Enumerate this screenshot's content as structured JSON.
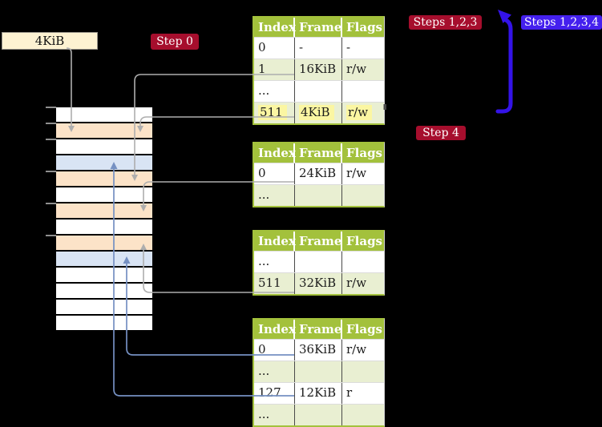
{
  "labels": {
    "page_size": "4KiB",
    "step0": "Step 0",
    "steps123": "Steps 1,2,3",
    "steps1234": "Steps 1,2,3,4",
    "step4": "Step 4"
  },
  "tables": [
    {
      "level": "level-4-table",
      "headers": [
        "Index",
        "Frame",
        "Flags"
      ],
      "rows": [
        [
          "0",
          "-",
          "-"
        ],
        [
          "1",
          "16KiB",
          "r/w"
        ],
        [
          "...",
          "",
          ""
        ],
        [
          "511",
          "4KiB",
          "r/w"
        ]
      ],
      "highlighted_row": 3
    },
    {
      "level": "level-3-table",
      "headers": [
        "Index",
        "Frame",
        "Flags"
      ],
      "rows": [
        [
          "0",
          "24KiB",
          "r/w"
        ],
        [
          "...",
          "",
          ""
        ]
      ]
    },
    {
      "level": "level-2-table",
      "headers": [
        "Index",
        "Frame",
        "Flags"
      ],
      "rows": [
        [
          "...",
          "",
          ""
        ],
        [
          "511",
          "32KiB",
          "r/w"
        ]
      ]
    },
    {
      "level": "level-1-table",
      "headers": [
        "Index",
        "Frame",
        "Flags"
      ],
      "rows": [
        [
          "0",
          "36KiB",
          "r/w"
        ],
        [
          "...",
          "",
          ""
        ],
        [
          "127",
          "12KiB",
          "r"
        ],
        [
          "...",
          "",
          ""
        ]
      ]
    }
  ],
  "memory": {
    "description": "physical memory frames, 4KiB each",
    "rows": [
      "free",
      "table",
      "free",
      "page",
      "table",
      "free",
      "table",
      "free",
      "table",
      "page",
      "free",
      "free",
      "free",
      "free"
    ],
    "tick_ys": [
      134,
      154,
      174,
      214,
      254,
      294
    ]
  },
  "colors": {
    "bg": "#000000",
    "table_header": "#a3c13c",
    "table_row_alt": "#e9efd2",
    "highlight": "#fbf6a2",
    "frame_table": "#fce3c8",
    "frame_page": "#d9e4f4",
    "step_red": "#a60e2d",
    "step_blue": "#4420ee",
    "arrow_grey": "#aeaeae",
    "arrow_blue_thin": "#7590c2",
    "arrow_blue_thick": "#3413e8",
    "label_cream": "#fdf2d2",
    "tick_grey": "#8f8f8f"
  }
}
